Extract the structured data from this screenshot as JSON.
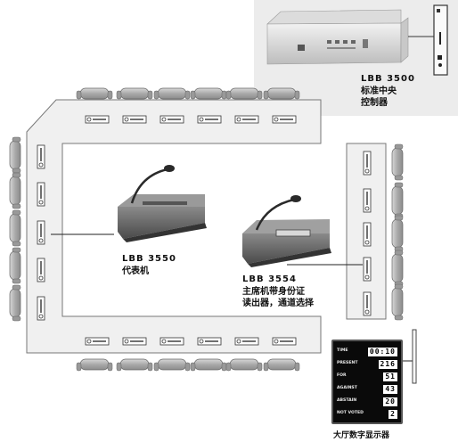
{
  "labels": {
    "central_model": "LBB 3500",
    "central_name_line1": "标准中央",
    "central_name_line2": "控制器",
    "delegate_model": "LBB 3550",
    "delegate_name": "代表机",
    "chairman_model": "LBB 3554",
    "chairman_name_line1": "主席机带身份证",
    "chairman_name_line2": "读出器，通道选择",
    "display_name": "大厅数字显示器"
  },
  "display_rows": [
    {
      "label": "TIME",
      "value": "00:10"
    },
    {
      "label": "PRESENT",
      "value": "216"
    },
    {
      "label": "FOR",
      "value": "51"
    },
    {
      "label": "AGAINST",
      "value": "43"
    },
    {
      "label": "ABSTAIN",
      "value": "20"
    },
    {
      "label": "NOT VOTED",
      "value": "2"
    }
  ],
  "colors": {
    "table": "#f0f0f0",
    "chair": "#b8b8b8",
    "display_bg": "#0a0a0a"
  }
}
